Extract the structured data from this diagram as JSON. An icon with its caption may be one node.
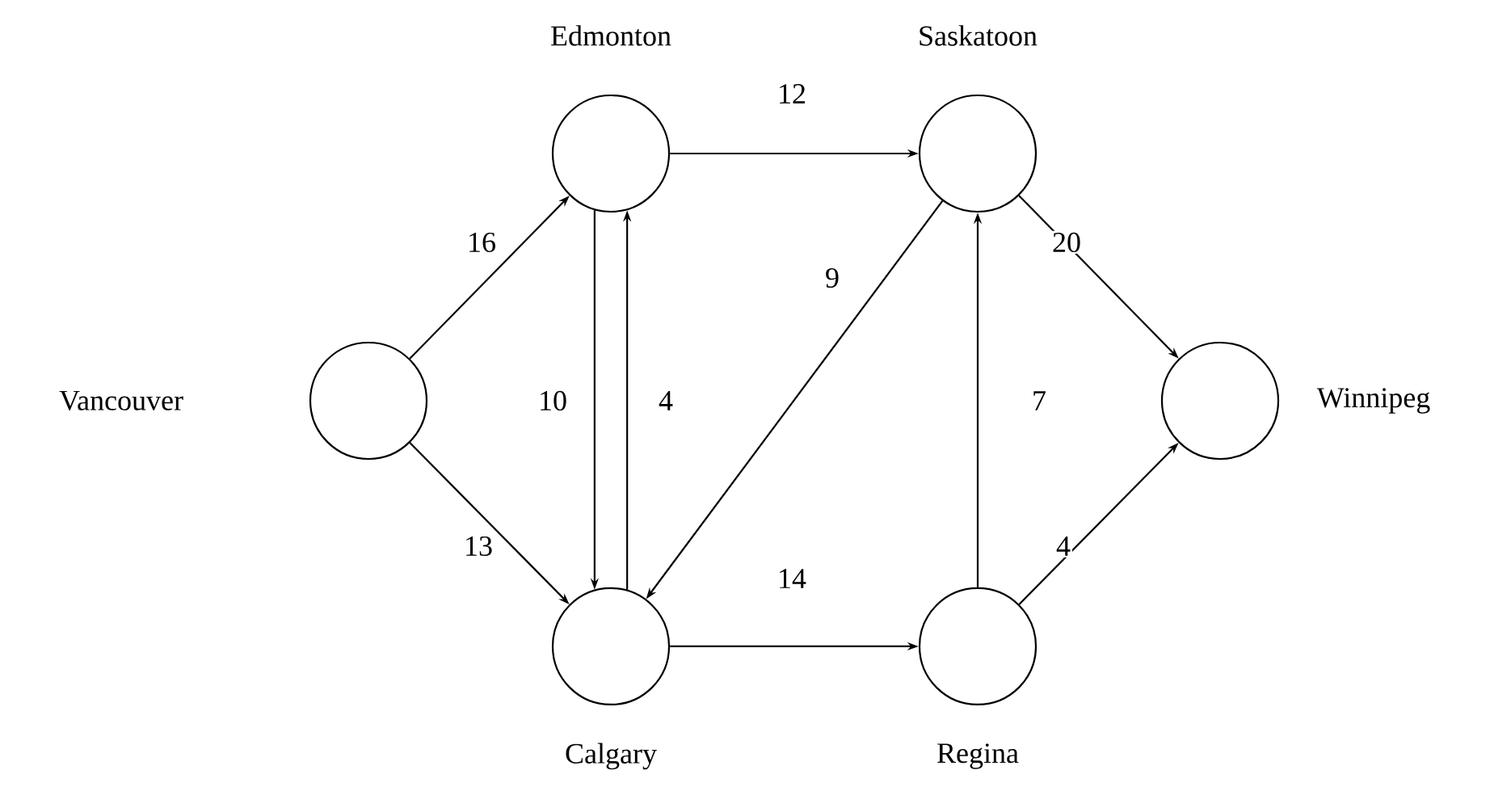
{
  "diagram": {
    "nodes": [
      {
        "text": [
          "Vancouver"
        ]
      },
      {
        "text": [
          "Edmonton"
        ]
      },
      {
        "text": [
          "Saskatoon"
        ]
      },
      {
        "text": [
          "Calgary"
        ]
      },
      {
        "text": [
          "Regina"
        ]
      },
      {
        "text": [
          "Winnipeg"
        ]
      }
    ],
    "edges": [
      {
        "from": 0,
        "to": 1,
        "arrow": "to",
        "label": "16"
      },
      {
        "from": 0,
        "to": 3,
        "arrow": "to",
        "label": "13"
      },
      {
        "from": 1,
        "to": 3,
        "arrow": "to",
        "label": "10"
      },
      {
        "from": 3,
        "to": 1,
        "arrow": "to",
        "label": "4"
      },
      {
        "from": 1,
        "to": 2,
        "arrow": "to",
        "label": "12"
      },
      {
        "from": 2,
        "to": 3,
        "arrow": "to",
        "label": "9"
      },
      {
        "from": 3,
        "to": 4,
        "arrow": "to",
        "label": "14"
      },
      {
        "from": 4,
        "to": 2,
        "arrow": "to",
        "label": "7"
      },
      {
        "from": 2,
        "to": 5,
        "arrow": "to",
        "label": "20"
      },
      {
        "from": 4,
        "to": 5,
        "arrow": "to",
        "label": "4"
      }
    ]
  }
}
